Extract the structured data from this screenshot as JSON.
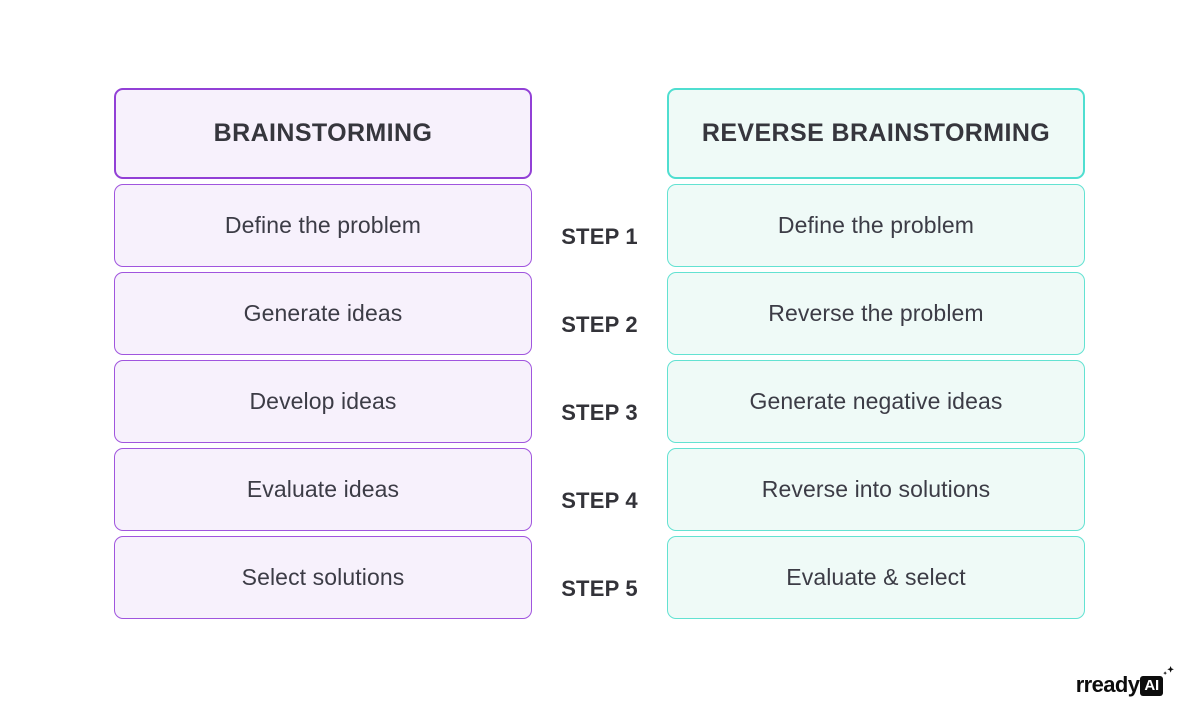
{
  "background_color": "#ffffff",
  "columns": {
    "left": {
      "theme_color": "#9240d6",
      "fill_color": "#f7f1fc",
      "header": "BRAINSTORMING",
      "steps": [
        "Define the problem",
        "Generate ideas",
        "Develop ideas",
        "Evaluate ideas",
        "Select solutions"
      ]
    },
    "right": {
      "theme_color": "#4fded0",
      "fill_color": "#effaf7",
      "header": "REVERSE BRAINSTORMING",
      "steps": [
        "Define the problem",
        "Reverse the problem",
        "Generate negative ideas",
        "Reverse into solutions",
        "Evaluate & select"
      ]
    }
  },
  "step_labels": [
    "STEP 1",
    "STEP 2",
    "STEP 3",
    "STEP 4",
    "STEP 5"
  ],
  "logo": {
    "wordmark": "rready",
    "badge": "AI",
    "sparkle_icon": "sparkle-icon",
    "color": "#0d0d0d"
  }
}
